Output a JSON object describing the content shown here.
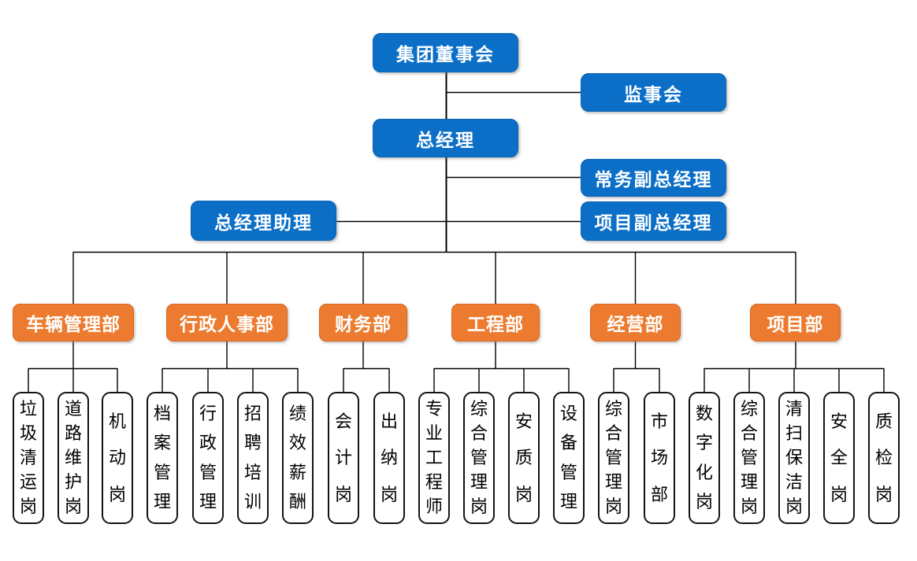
{
  "colors": {
    "executive_fill": "#0b6fc7",
    "department_fill": "#ec7b2f",
    "position_fill": "#ffffff",
    "connector": "#000000",
    "executive_text": "#ffffff",
    "department_text": "#ffffff",
    "position_text": "#000000"
  },
  "org": {
    "board": "集团董事会",
    "supervisory": "监事会",
    "general_manager": "总经理",
    "executive_deputy_gm": "常务副总经理",
    "gm_assistant": "总经理助理",
    "project_deputy_gm": "项目副总经理",
    "departments": [
      {
        "name": "车辆管理部",
        "positions": [
          "垃圾清运岗",
          "道路维护岗",
          "机动岗"
        ]
      },
      {
        "name": "行政人事部",
        "positions": [
          "档案管理",
          "行政管理",
          "招聘培训",
          "绩效薪酬"
        ]
      },
      {
        "name": "财务部",
        "positions": [
          "会计岗",
          "出纳岗"
        ]
      },
      {
        "name": "工程部",
        "positions": [
          "专业工程师",
          "综合管理岗",
          "安质岗",
          "设备管理"
        ]
      },
      {
        "name": "经营部",
        "positions": [
          "综合管理岗",
          "市场部"
        ]
      },
      {
        "name": "项目部",
        "positions": [
          "数字化岗",
          "综合管理岗",
          "清扫保洁岗",
          "安全岗",
          "质检岗"
        ]
      }
    ]
  }
}
